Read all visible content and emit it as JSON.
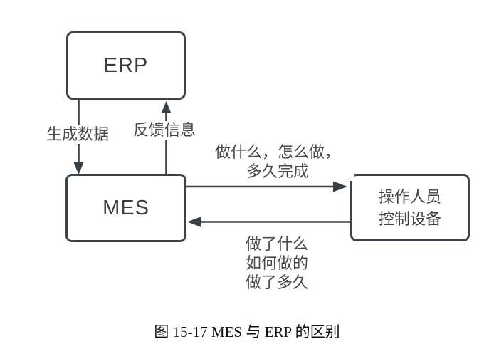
{
  "diagram": {
    "nodes": {
      "erp": {
        "label": "ERP"
      },
      "mes": {
        "label": "MES"
      },
      "operator": {
        "lines": [
          "操作人员",
          "控制设备"
        ]
      }
    },
    "edges": {
      "erp_to_mes": {
        "label": "生成数据",
        "direction": "down"
      },
      "mes_to_erp": {
        "label": "反馈信息",
        "direction": "up"
      },
      "mes_to_operator": {
        "lines": [
          "做什么，怎么做，",
          "多久完成"
        ],
        "direction": "right"
      },
      "operator_to_mes": {
        "lines": [
          "做了什么",
          "如何做的",
          "做了多久"
        ],
        "direction": "left"
      }
    },
    "colors": {
      "line": "#3a3f43",
      "box_border": "#3e4347",
      "node_text": "#3d3d3d",
      "label_text": "#4a4a4a",
      "background": "#ffffff"
    }
  },
  "caption": {
    "text": "图 15-17 MES 与 ERP 的区别"
  }
}
